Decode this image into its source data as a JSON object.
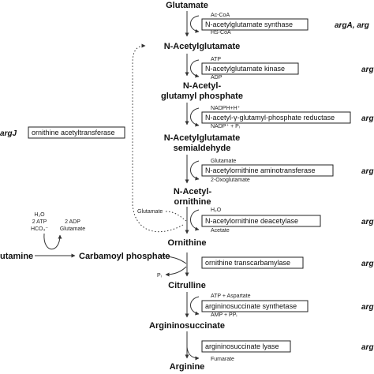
{
  "metabolites": {
    "glutamate": "Glutamate",
    "n_acetylglutamate": "N-Acetylglutamate",
    "nag_phosphate_1": "N-Acetyl-",
    "nag_phosphate_2": "glutamyl phosphate",
    "nag_semialdehyde_1": "N-Acetylglutamate",
    "nag_semialdehyde_2": "semialdehyde",
    "n_acetylornithine_1": "N-Acetyl-",
    "n_acetylornithine_2": "ornithine",
    "ornithine": "Ornithine",
    "glutamine": "utamine",
    "carbamoyl_phosphate": "Carbamoyl phosphate",
    "citrulline": "Citrulline",
    "argininosuccinate": "Argininosuccinate",
    "arginine": "Arginine"
  },
  "cofactors": {
    "step1_in": "Ac-CoA",
    "step1_out": "HS-CoA",
    "step2_in": "ATP",
    "step2_out": "ADP",
    "step3_in": "NADPH+H⁺",
    "step3_out": "NADP⁺ + Pᵢ",
    "step4_in": "Glutamate",
    "step4_out": "2-Oxoglutamate",
    "step5_in": "H₂O",
    "step5_out": "Acetate",
    "step5_side": "Glutamate",
    "cps_h2o": "H₂O",
    "cps_atp": "2 ATP",
    "cps_hco3": "HCO₃⁻",
    "cps_adp": "2 ADP",
    "cps_glu": "Glutamate",
    "otc_out": "Pᵢ",
    "step7_in": "ATP + Aspartate",
    "step7_out": "AMP + PPᵢ",
    "step8_out": "Fumarate"
  },
  "enzymes": {
    "e1": "N-acetylglutamate synthase",
    "e2": "N-acetylglutamate kinase",
    "e3": "N-acetyl-γ-glutamyl-phosphate reductase",
    "e4": "N-acetylornithine aminotransferase",
    "e5": "N-acetylornithine deacetylase",
    "e6": "ornithine transcarbamylase",
    "e7": "argininosuccinate synthetase",
    "e8": "argininosuccinate lyase",
    "argj_enzyme": "ornithine acetyltransferase"
  },
  "genes": {
    "g1": "argA, arg",
    "g2": "arg",
    "g3": "arg",
    "g4": "arg",
    "g5": "arg",
    "g6": "arg",
    "g7": "arg",
    "g8": "arg",
    "argj": "argJ"
  }
}
